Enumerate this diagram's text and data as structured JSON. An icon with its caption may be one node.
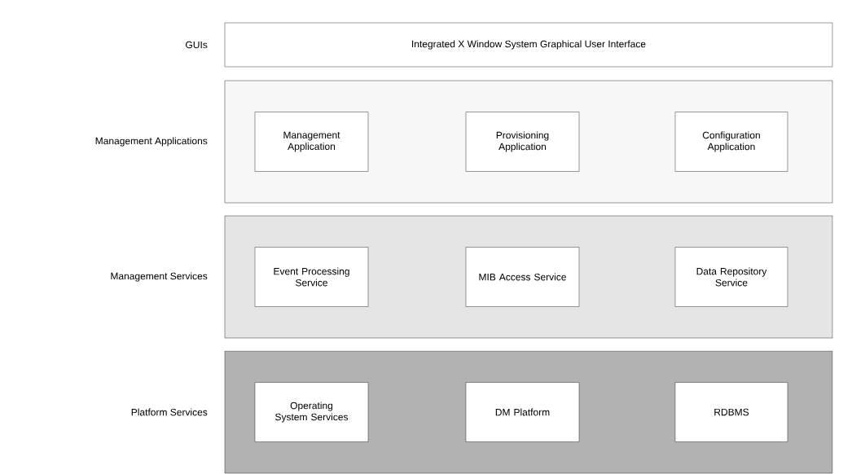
{
  "diagram": {
    "nodes": [
      {
        "text": [
          "Integrated X Window System Graphical User Interface"
        ],
        "beside": [
          "GUIs"
        ]
      },
      {
        "text": [],
        "shape": "box",
        "beside": [
          "Management Applications"
        ]
      },
      {
        "text": [
          "Management Application"
        ],
        "in": 1
      },
      {
        "text": [
          "Provisioning Application"
        ],
        "in": 1
      },
      {
        "text": [
          "Configuration Application"
        ],
        "in": 1
      },
      {
        "text": [],
        "shape": "box",
        "beside": [
          "Management Services"
        ]
      },
      {
        "text": [
          "Event Processing Service"
        ],
        "in": 5
      },
      {
        "text": [
          "MIB Access Service"
        ],
        "in": 5
      },
      {
        "text": [
          "Data Repository Service"
        ],
        "in": 5
      },
      {
        "text": [],
        "shape": "box",
        "beside": [
          "Platform Services"
        ]
      },
      {
        "text": [
          "Operating System Services"
        ],
        "in": 9
      },
      {
        "text": [
          "DM Platform"
        ],
        "in": 9
      },
      {
        "text": [
          "RDBMS"
        ],
        "in": 9
      }
    ]
  }
}
